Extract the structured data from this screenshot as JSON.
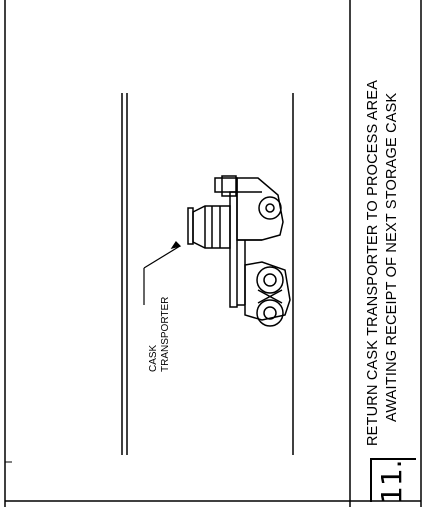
{
  "step": {
    "number": "11.",
    "instruction_line1": "RETURN CASK TRANSPORTER TO PROCESS AREA",
    "instruction_line2": "AWAITING RECEIPT OF NEXT STORAGE CASK"
  },
  "callout": {
    "line1": "CASK",
    "line2": "TRANSPORTER"
  }
}
